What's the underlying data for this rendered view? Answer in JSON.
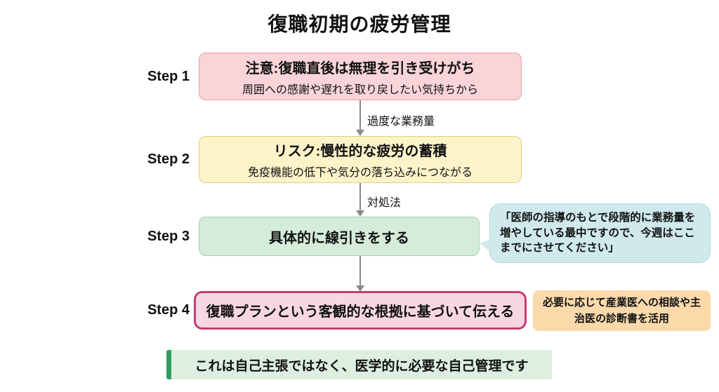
{
  "title": "復職初期の疲労管理",
  "steps": [
    {
      "label": "Step 1",
      "heading": "注意:復職直後は無理を引き受けがち",
      "subtext": "周囲への感謝や遅れを取り戻したい気持ちから"
    },
    {
      "label": "Step 2",
      "heading": "リスク:慢性的な疲労の蓄積",
      "subtext": "免疫機能の低下や気分の落ち込みにつながる"
    },
    {
      "label": "Step 3",
      "heading": "具体的に線引きをする"
    },
    {
      "label": "Step 4",
      "heading": "復職プランという客観的な根拠に基づいて伝える"
    }
  ],
  "arrow_labels": {
    "first": "過度な業務量",
    "second": "対処法"
  },
  "speech_bubble": {
    "text": "「医師の指導のもとで段階的に業務量を増やしている最中ですので、今週はここまでにさせてください」"
  },
  "side_note": {
    "text": "必要に応じて産業医への相談や主治医の診断書を活用"
  },
  "footer": {
    "text": "これは自己主張ではなく、医学的に必要な自己管理です"
  },
  "colors": {
    "step1_bg": "#f9d4d8",
    "step1_border": "#e9a0a8",
    "step2_bg": "#fdf3c9",
    "step2_border": "#e3cd83",
    "step3_bg": "#d6ecdb",
    "step3_border": "#a8d0b2",
    "step4_bg": "#f8d7e3",
    "step4_border": "#c63c72",
    "bubble_bg": "#cfe9ec",
    "side_note_bg": "#fbd9ab",
    "footer_bg": "#dcefe0",
    "footer_accent": "#2f9e62",
    "arrow": "#8a8a8a",
    "background": "#ffffff"
  }
}
